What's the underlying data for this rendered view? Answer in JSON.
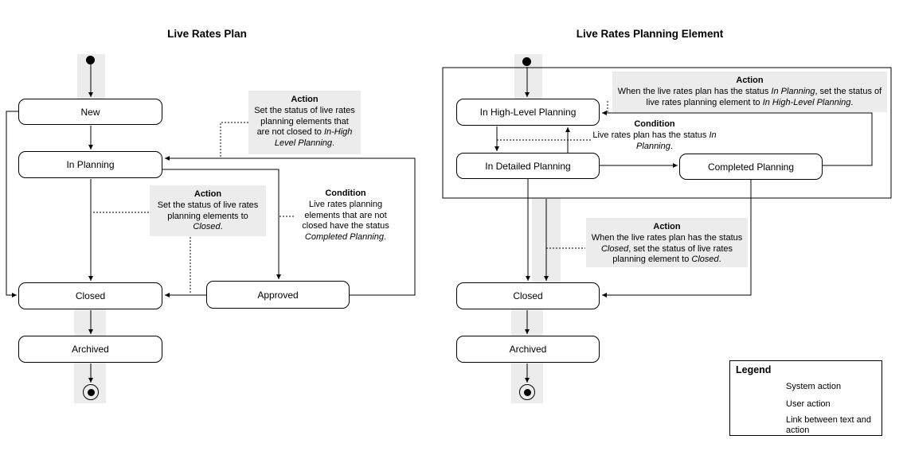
{
  "colors": {
    "line": "#000000",
    "system_action_band": "#ececec",
    "note_background": "#ececec",
    "page_background": "#ffffff"
  },
  "left_diagram": {
    "title": "Live Rates Plan",
    "states": {
      "new": "New",
      "in_planning": "In Planning",
      "closed": "Closed",
      "archived": "Archived",
      "approved": "Approved"
    },
    "notes": {
      "set_high_level": {
        "heading": "Action",
        "parts": [
          {
            "t": "Set the status of live rates planning elements that are not closed to "
          },
          {
            "t": "In-High Level Planning",
            "italic": true
          },
          {
            "t": "."
          }
        ]
      },
      "set_closed": {
        "heading": "Action",
        "parts": [
          {
            "t": "Set the status of live rates planning elements to "
          },
          {
            "t": "Closed",
            "italic": true
          },
          {
            "t": "."
          }
        ]
      },
      "condition_completed": {
        "heading": "Condition",
        "parts": [
          {
            "t": "Live rates planning elements that are not closed have the status "
          },
          {
            "t": "Completed Planning",
            "italic": true
          },
          {
            "t": "."
          }
        ]
      }
    }
  },
  "right_diagram": {
    "title": "Live Rates Planning Element",
    "states": {
      "in_high_level_planning": "In High-Level Planning",
      "in_detailed_planning": "In Detailed Planning",
      "completed_planning": "Completed Planning",
      "closed": "Closed",
      "archived": "Archived"
    },
    "notes": {
      "set_in_high_level": {
        "heading": "Action",
        "parts": [
          {
            "t": "When the live rates plan has the status "
          },
          {
            "t": "In Planning",
            "italic": true
          },
          {
            "t": ", set the status of live rates planning element to "
          },
          {
            "t": "In High-Level Planning",
            "italic": true
          },
          {
            "t": "."
          }
        ]
      },
      "condition_in_planning": {
        "heading": "Condition",
        "parts": [
          {
            "t": "Live rates plan has the status "
          },
          {
            "t": "In Planning",
            "italic": true
          },
          {
            "t": "."
          }
        ]
      },
      "set_closed": {
        "heading": "Action",
        "parts": [
          {
            "t": "When the live rates plan has the status "
          },
          {
            "t": "Closed",
            "italic": true
          },
          {
            "t": ", set the status of live rates planning element to "
          },
          {
            "t": "Closed",
            "italic": true
          },
          {
            "t": "."
          }
        ]
      }
    }
  },
  "legend": {
    "title": "Legend",
    "items": [
      {
        "label": "System action"
      },
      {
        "label": "User action"
      },
      {
        "label": "Link between text and action"
      }
    ]
  }
}
